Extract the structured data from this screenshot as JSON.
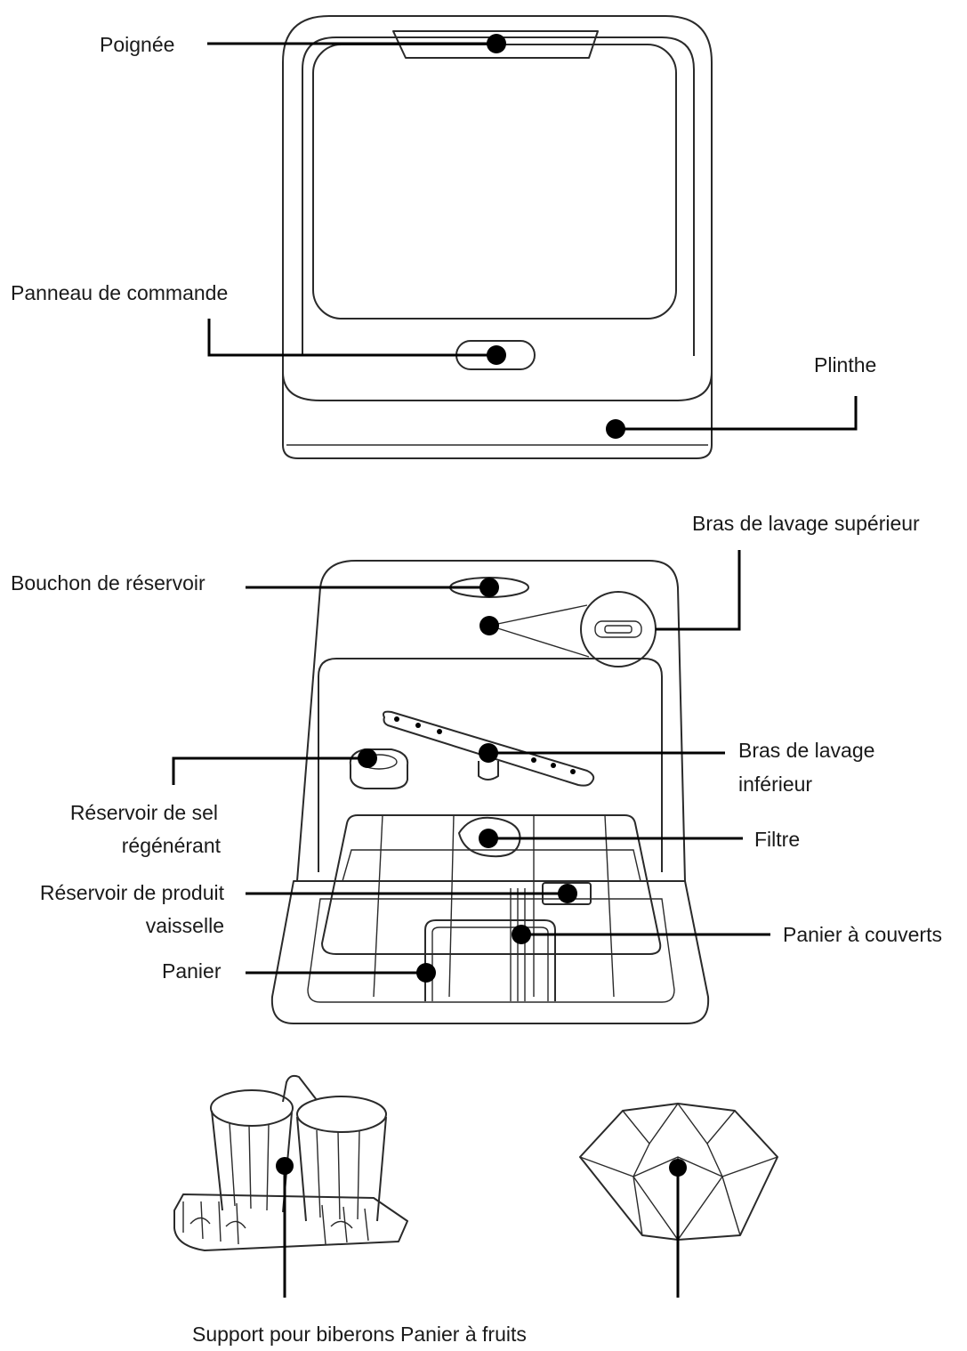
{
  "labels": {
    "poignee": "Poignée",
    "panneau": "Panneau de commande",
    "plinthe": "Plinthe",
    "bras_sup": "Bras de lavage supérieur",
    "bouchon": "Bouchon de réservoir",
    "bras_inf_1": "Bras de lavage",
    "bras_inf_2": "inférieur",
    "sel_1": "Réservoir de sel",
    "sel_2": "régénérant",
    "filtre": "Filtre",
    "produit_1": "Réservoir de produit",
    "produit_2": "vaisselle",
    "panier_couverts": "Panier à couverts",
    "panier": "Panier",
    "bottom_caption": "Support pour biberons Panier à fruits"
  },
  "colors": {
    "line": "#000000",
    "text": "#1a1a1a",
    "background": "#ffffff"
  }
}
